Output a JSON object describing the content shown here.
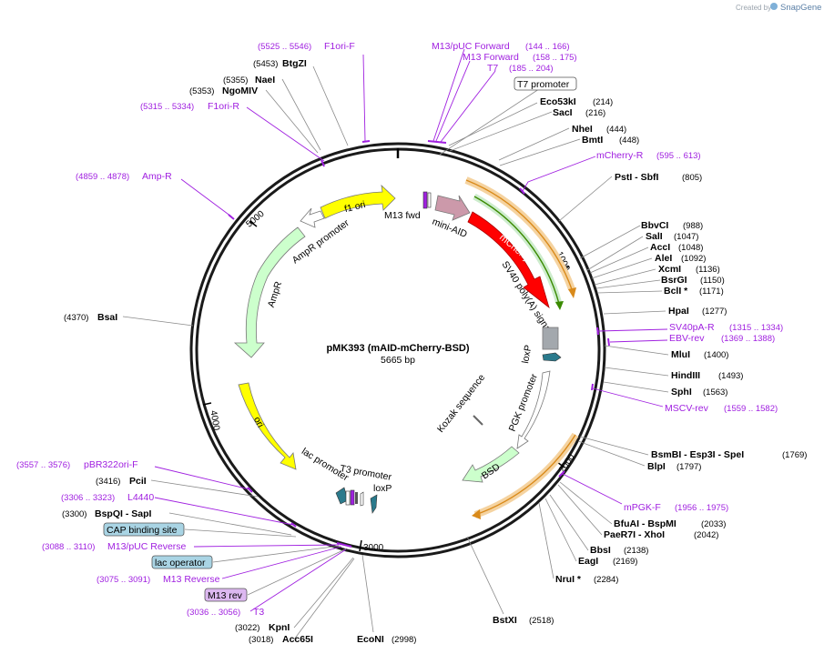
{
  "credit": {
    "prefix": "Created by",
    "brand": "SnapGene"
  },
  "plasmid": {
    "name": "pMK393 (mAID-mCherry-BSD)",
    "size": "5665 bp"
  },
  "ticks": [
    "1000",
    "2000",
    "3000",
    "4000",
    "5000"
  ],
  "features_labels": {
    "f1_ori": "f1 ori",
    "ampr_promoter": "AmpR promoter",
    "ampr": "AmpR",
    "ori": "ori",
    "lac_promoter": "lac promoter",
    "t3_promoter": "T3 promoter",
    "loxp_bottom": "loxP",
    "m13_fwd": "M13 fwd",
    "mini_aid": "mini-AID",
    "mcherry2": "mCherry2",
    "sv40": "SV40 poly(A) signal",
    "loxp_right": "loxP",
    "pgk": "PGK promoter",
    "kozak": "Kozak sequence",
    "bsd": "BSD"
  },
  "enzymes": [
    {
      "name": "BtgZI",
      "pos": "(5453)"
    },
    {
      "name": "NaeI",
      "pos": "(5355)"
    },
    {
      "name": "NgoMIV",
      "pos": "(5353)"
    },
    {
      "name": "Eco53kI",
      "pos": "(214)"
    },
    {
      "name": "SacI",
      "pos": "(216)"
    },
    {
      "name": "NheI",
      "pos": "(444)"
    },
    {
      "name": "BmtI",
      "pos": "(448)"
    },
    {
      "name": "PstI - SbfI",
      "pos": "(805)"
    },
    {
      "name": "BbvCI",
      "pos": "(988)"
    },
    {
      "name": "SalI",
      "pos": "(1047)"
    },
    {
      "name": "AccI",
      "pos": "(1048)"
    },
    {
      "name": "AleI",
      "pos": "(1092)"
    },
    {
      "name": "XcmI",
      "pos": "(1136)"
    },
    {
      "name": "BsrGI",
      "pos": "(1150)"
    },
    {
      "name": "BclI *",
      "pos": "(1171)"
    },
    {
      "name": "HpaI",
      "pos": "(1277)"
    },
    {
      "name": "MluI",
      "pos": "(1400)"
    },
    {
      "name": "HindIII",
      "pos": "(1493)"
    },
    {
      "name": "SphI",
      "pos": "(1563)"
    },
    {
      "name": "BsmBI - Esp3I - SpeI",
      "pos": "(1769)"
    },
    {
      "name": "BlpI",
      "pos": "(1797)"
    },
    {
      "name": "BfuAI - BspMI",
      "pos": "(2033)"
    },
    {
      "name": "PaeR7I - XhoI",
      "pos": "(2042)"
    },
    {
      "name": "BbsI",
      "pos": "(2138)"
    },
    {
      "name": "EagI",
      "pos": "(2169)"
    },
    {
      "name": "NruI *",
      "pos": "(2284)"
    },
    {
      "name": "BstXI",
      "pos": "(2518)"
    },
    {
      "name": "EcoNI",
      "pos": "(2998)"
    },
    {
      "name": "KpnI",
      "pos": "(3022)"
    },
    {
      "name": "Acc65I",
      "pos": "(3018)"
    },
    {
      "name": "BspQI - SapI",
      "pos": "(3300)"
    },
    {
      "name": "PciI",
      "pos": "(3416)"
    },
    {
      "name": "BsaI",
      "pos": "(4370)"
    }
  ],
  "primers": [
    {
      "name": "F1ori-F",
      "range": "(5525 .. 5546)"
    },
    {
      "name": "F1ori-R",
      "range": "(5315 .. 5334)"
    },
    {
      "name": "Amp-R",
      "range": "(4859 .. 4878)"
    },
    {
      "name": "M13/pUC Forward",
      "range": "(144 .. 166)"
    },
    {
      "name": "M13 Forward",
      "range": "(158 .. 175)"
    },
    {
      "name": "T7",
      "range": "(185 .. 204)"
    },
    {
      "name": "mCherry-R",
      "range": "(595 .. 613)"
    },
    {
      "name": "SV40pA-R",
      "range": "(1315 .. 1334)"
    },
    {
      "name": "EBV-rev",
      "range": "(1369 .. 1388)"
    },
    {
      "name": "MSCV-rev",
      "range": "(1559 .. 1582)"
    },
    {
      "name": "mPGK-F",
      "range": "(1956 .. 1975)"
    },
    {
      "name": "pBR322ori-F",
      "range": "(3557 .. 3576)"
    },
    {
      "name": "L4440",
      "range": "(3306 .. 3323)"
    },
    {
      "name": "M13/pUC Reverse",
      "range": "(3088 .. 3110)"
    },
    {
      "name": "M13 Reverse",
      "range": "(3075 .. 3091)"
    },
    {
      "name": "T3",
      "range": "(3036 .. 3056)"
    }
  ],
  "boxed_features": {
    "t7_promoter": "T7 promoter",
    "cap_binding_site": "CAP binding site",
    "lac_operator": "lac operator",
    "m13_rev": "M13 rev"
  },
  "colors": {
    "primer": "#a020e0",
    "backbone": "#1a1a1a",
    "ori_yellow": "#ffff00",
    "mcherry_red": "#ff0000",
    "ampr_green": "#ccffcc",
    "orf_orange": "#f5a623",
    "orf_green": "#3a8a00",
    "mini_aid": "#cc99aa",
    "cap_box": "#a9d4e4",
    "m13rev_box": "#dcb8f0"
  }
}
